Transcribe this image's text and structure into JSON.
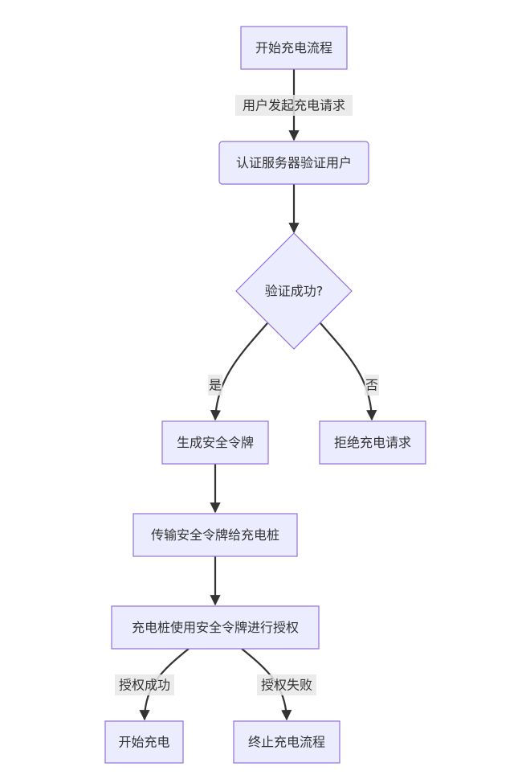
{
  "diagram": {
    "nodes": {
      "start": "开始充电流程",
      "auth_server": "认证服务器验证用户",
      "auth_ok": "验证成功?",
      "gen_token": "生成安全令牌",
      "reject": "拒绝充电请求",
      "send_token": "传输安全令牌给充电桩",
      "station_auth": "充电桩使用安全令牌进行授权",
      "begin_charge": "开始充电",
      "end_flow": "终止充电流程"
    },
    "edges": {
      "request": "用户发起充电请求",
      "yes": "是",
      "no": "否",
      "auth_success": "授权成功",
      "auth_fail": "授权失败"
    },
    "colors": {
      "node_fill": "#ececff",
      "node_stroke": "#9370db",
      "edge": "#333333",
      "text": "#333333",
      "label_bg": "#e8e8e8"
    }
  }
}
